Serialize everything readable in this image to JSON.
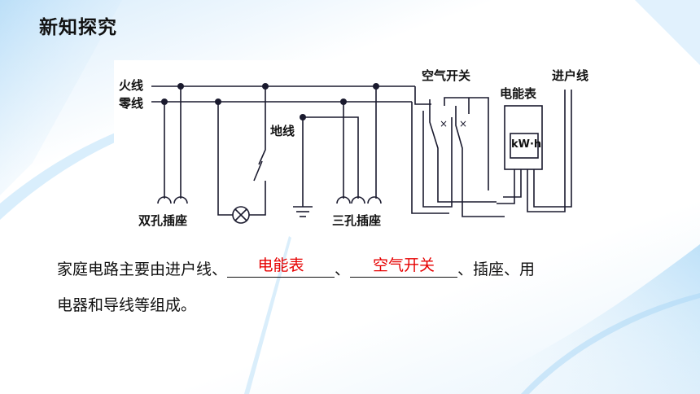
{
  "page": {
    "title": "新知探究"
  },
  "diagram": {
    "labels": {
      "live_wire": "火线",
      "neutral_wire": "零线",
      "ground_wire": "地线",
      "two_hole_socket": "双孔插座",
      "three_hole_socket": "三孔插座",
      "air_switch": "空气开关",
      "meter": "电能表",
      "meter_unit": "kW·h",
      "incoming_line": "进户线"
    }
  },
  "text": {
    "line1_part1": "家庭电路主要由进户线、",
    "blank1_answer": "电能表",
    "separator": "、",
    "blank2_answer": "空气开关",
    "line1_part2": "、插座、用",
    "line2": "电器和导线等组成。"
  },
  "colors": {
    "answer": "#e60000",
    "wire": "#1a1a2e"
  }
}
